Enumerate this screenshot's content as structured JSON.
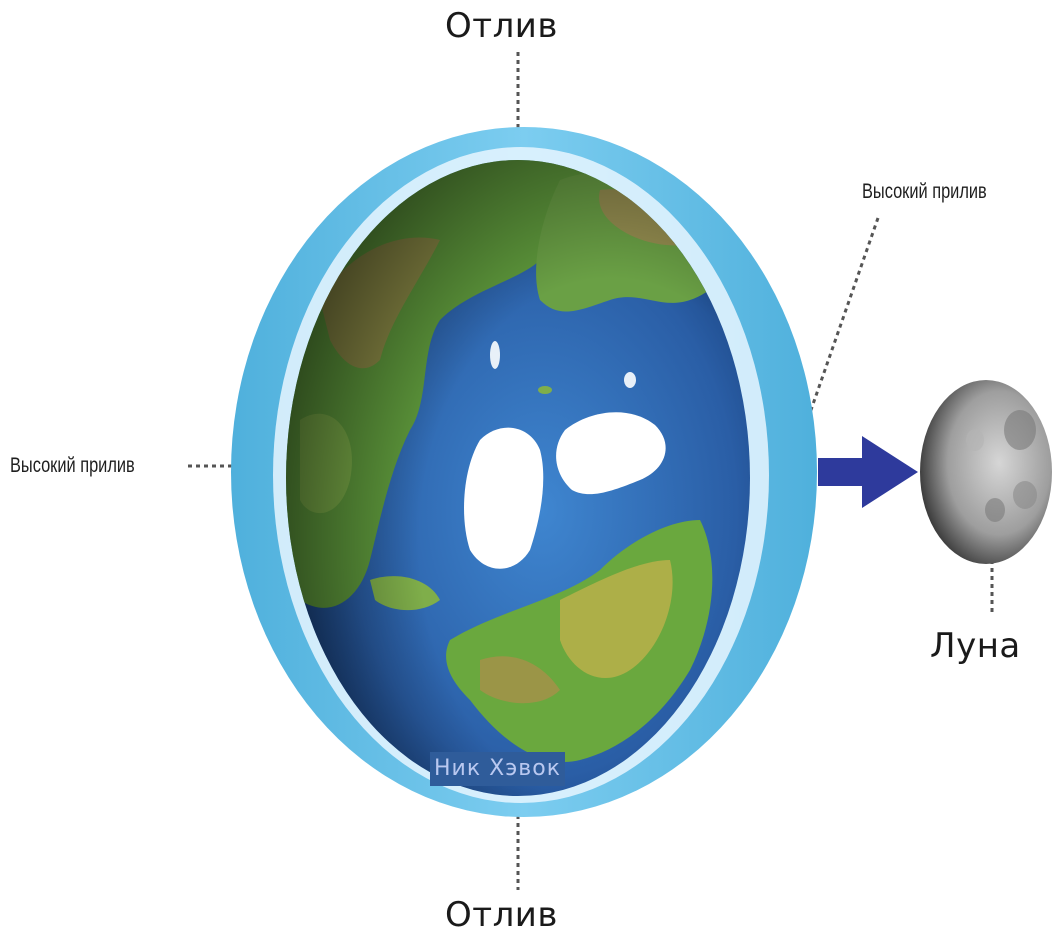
{
  "labels": {
    "low_tide_top": "Отлив",
    "low_tide_bottom": "Отлив",
    "high_tide_left": "Высокий прилив",
    "high_tide_right": "Высокий прилив",
    "moon": "Луна"
  },
  "watermark": "Ник Хэвок",
  "colors": {
    "water_bulge": "#5bb8e0",
    "ocean": "#2d62a8",
    "land": "#5a9a3a",
    "ice": "#ffffff",
    "arrow": "#2e3a9c",
    "moon": "#9a9a9a",
    "leader_line": "#555555"
  },
  "icons": [
    "earth-icon",
    "moon-icon",
    "arrow-right-icon"
  ]
}
